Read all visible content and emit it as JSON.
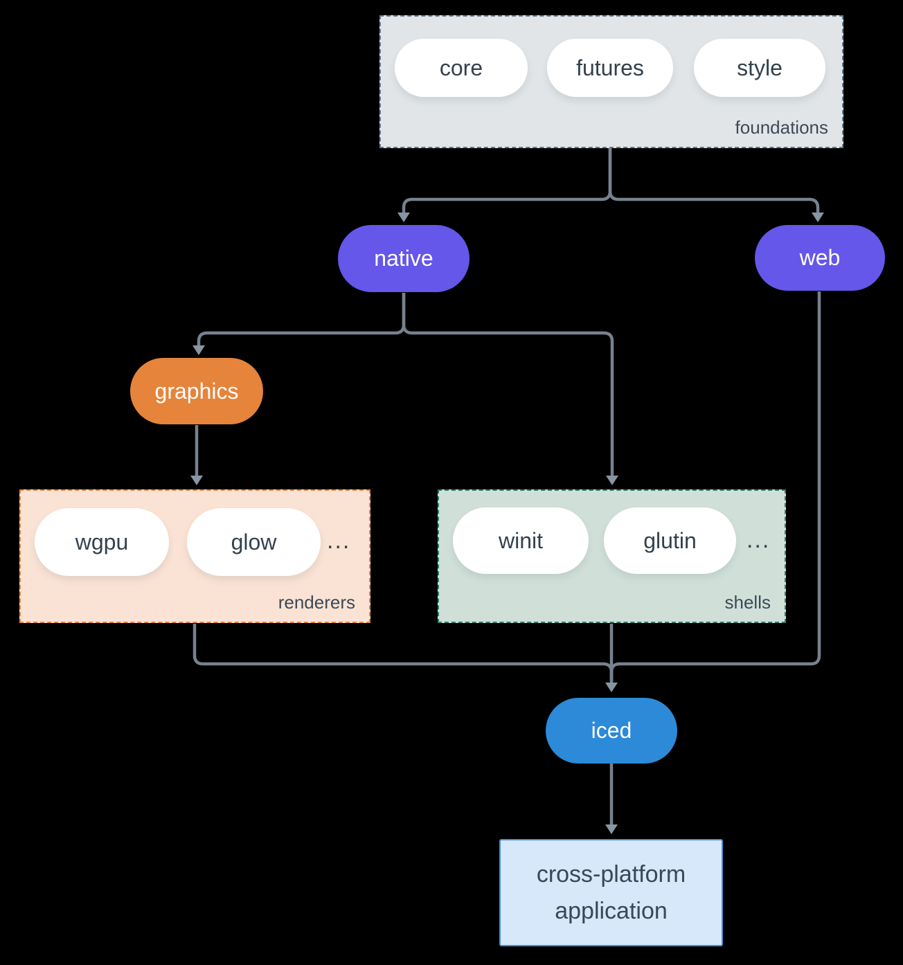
{
  "diagram": {
    "title_hint": "iced crate ecosystem diagram",
    "groups": {
      "foundations": {
        "label": "foundations",
        "items": [
          "core",
          "futures",
          "style"
        ]
      },
      "renderers": {
        "label": "renderers",
        "items": [
          "wgpu",
          "glow"
        ],
        "more": "..."
      },
      "shells": {
        "label": "shells",
        "items": [
          "winit",
          "glutin"
        ],
        "more": "..."
      }
    },
    "nodes": {
      "native": {
        "label": "native"
      },
      "web": {
        "label": "web"
      },
      "graphics": {
        "label": "graphics"
      },
      "iced": {
        "label": "iced"
      },
      "application": {
        "lines": [
          "cross-platform",
          "application"
        ]
      }
    },
    "colors": {
      "background": "#000000",
      "foundations_fill": "#e1e5e8",
      "foundations_border": "#66788a",
      "renderers_fill": "#fae3d4",
      "renderers_border": "#e8823d",
      "shells_fill": "#d0e0d9",
      "shells_border": "#2f7d6d",
      "node_purple": "#6457e9",
      "node_orange": "#e6843c",
      "node_blue": "#2d8ad8",
      "app_fill": "#d6e8f9",
      "app_border": "#4a90da",
      "pill_white": "#ffffff",
      "text_dark": "#33414e",
      "edge_gray": "#76828f",
      "arrowhead_gray": "#8896a3"
    }
  }
}
